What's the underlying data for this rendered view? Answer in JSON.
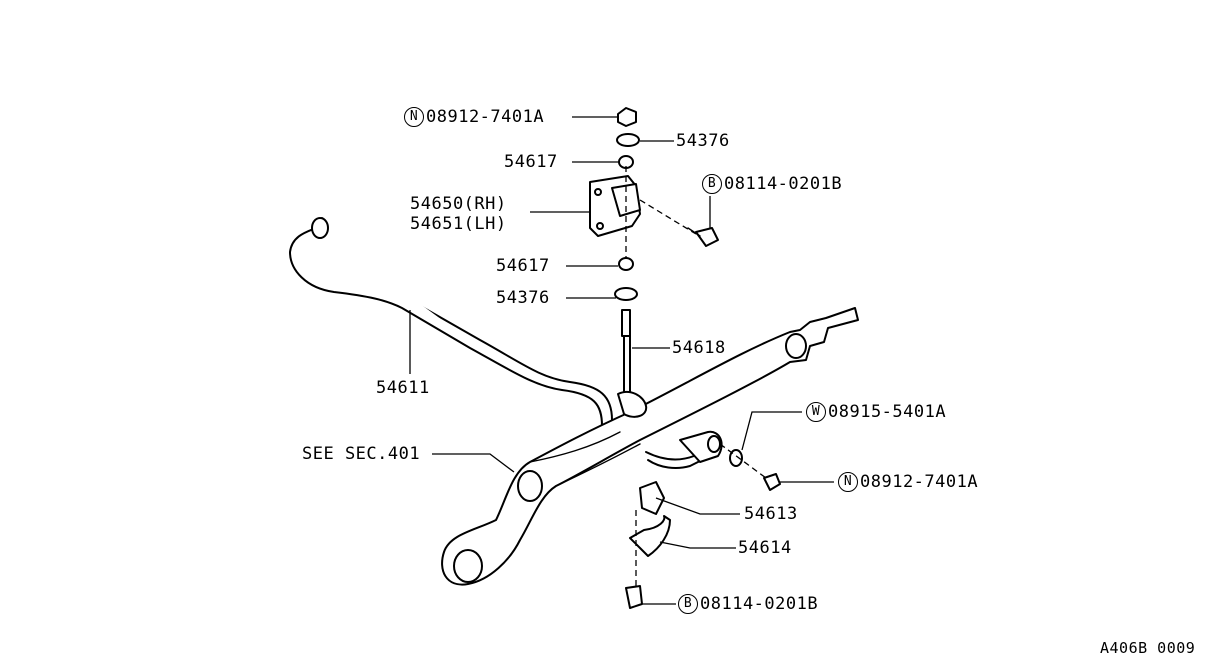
{
  "diagram": {
    "labels": {
      "nut_top_code": "08912-7401A",
      "nut_top_badge": "N",
      "washer_top": "54376",
      "bushing_upper": "54617",
      "bracket_rh": "54650(RH)",
      "bracket_lh": "54651(LH)",
      "bolt_bracket_code": "08114-0201B",
      "bolt_bracket_badge": "B",
      "bushing_lower": "54617",
      "washer_lower": "54376",
      "link_rod": "54618",
      "stabilizer_bar": "54611",
      "see_section": "SEE SEC.401",
      "washer_right_code": "08915-5401A",
      "washer_right_badge": "W",
      "nut_right_code": "08912-7401A",
      "nut_right_badge": "N",
      "clamp_bushing": "54613",
      "clamp": "54614",
      "bolt_clamp_code": "08114-0201B",
      "bolt_clamp_badge": "B",
      "figure_code": "A406B 0009"
    }
  }
}
